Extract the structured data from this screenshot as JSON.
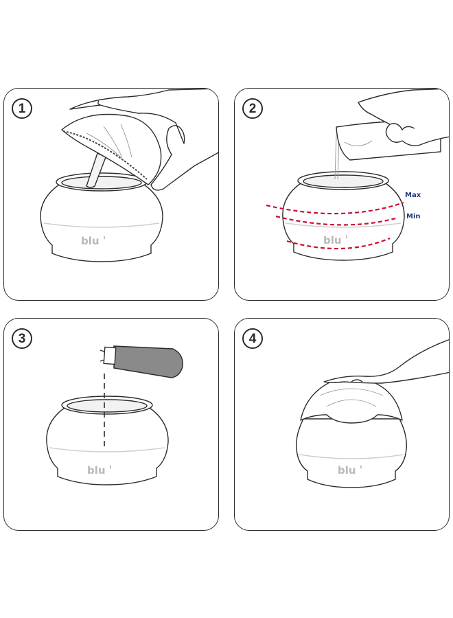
{
  "steps": [
    {
      "number": "1"
    },
    {
      "number": "2",
      "levels": {
        "max": "Max",
        "min": "Min"
      }
    },
    {
      "number": "3"
    },
    {
      "number": "4"
    }
  ],
  "brand": "blu",
  "colors": {
    "outline": "#2b2b2b",
    "level_lines": "#c8102e",
    "level_text": "#1f3a7a",
    "cartridge": "#8a8a8a",
    "brand_text": "#b9b9b9"
  }
}
